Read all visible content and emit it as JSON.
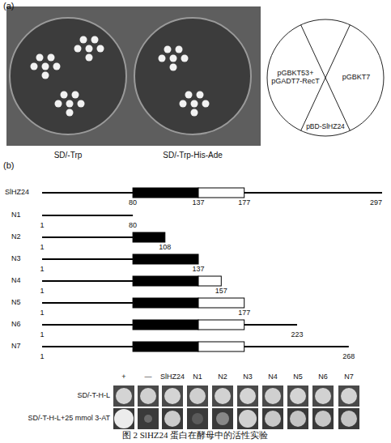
{
  "diagram": {
    "caption": "图 2 SlHZ24 蛋白在酵母中的活性实验",
    "labels": [
      "(a)",
      "SD/-Trp",
      "SD/-Trp-His-Ade",
      "pGBKT53+ pGADT7-RecT",
      "pGBKT7",
      "pBD-SlHZ24",
      "(b)",
      "SlHZ24",
      "80",
      "137",
      "177",
      "297",
      "N1",
      "1",
      "80",
      "N2",
      "1",
      "108",
      "N3",
      "1",
      "137",
      "N4",
      "1",
      "157",
      "N5",
      "1",
      "177",
      "N6",
      "1",
      "223",
      "N7",
      "1",
      "268",
      "+",
      "—",
      "SlHZ24",
      "N1",
      "N2",
      "N3",
      "N4",
      "N5",
      "N6",
      "N7",
      "SD/-T-H-L",
      "SD/-T-H-L+25 mmol 3-AT"
    ]
  }
}
